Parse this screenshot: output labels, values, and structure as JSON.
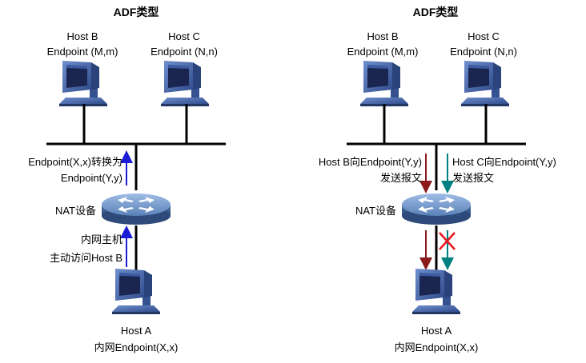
{
  "colors": {
    "line": "#000000",
    "arrow_blue": "#1c1cd6",
    "arrow_red": "#8b1a1a",
    "arrow_teal": "#008080",
    "cross": "#e8141d",
    "router_fill": "#5a82b8",
    "monitor_fill": "#3f5e9e",
    "screen_fill": "#1a2550"
  },
  "left": {
    "title": "ADF类型",
    "host_b": {
      "name": "Host B",
      "endpoint": "Endpoint (M,m)"
    },
    "host_c": {
      "name": "Host C",
      "endpoint": "Endpoint (N,n)"
    },
    "translate_line1": "Endpoint(X,x)转换为",
    "translate_line2": "Endpoint(Y,y)",
    "nat_label": "NAT设备",
    "inner_line1": "内网主机",
    "inner_line2": "主动访问Host B",
    "host_a": {
      "name": "Host A",
      "endpoint": "内网Endpoint(X,x)"
    }
  },
  "right": {
    "title": "ADF类型",
    "host_b": {
      "name": "Host B",
      "endpoint": "Endpoint (M,m)"
    },
    "host_c": {
      "name": "Host C",
      "endpoint": "Endpoint (N,n)"
    },
    "b_send_line1": "Host B向Endpoint(Y,y)",
    "b_send_line2": "发送报文",
    "c_send_line1": "Host C向Endpoint(Y,y)",
    "c_send_line2": "发送报文",
    "nat_label": "NAT设备",
    "host_a": {
      "name": "Host A",
      "endpoint": "内网Endpoint(X,x)"
    }
  }
}
